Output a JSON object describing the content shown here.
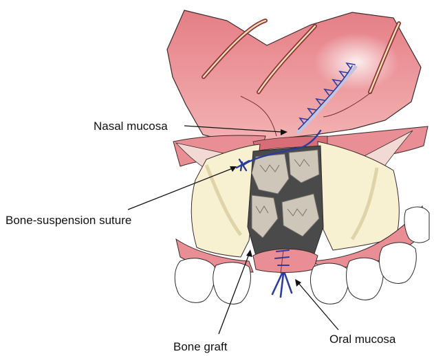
{
  "labels": {
    "nasal_mucosa": "Nasal mucosa",
    "bone_suspension_suture": "Bone-suspension suture",
    "bone_graft": "Bone graft",
    "oral_mucosa": "Oral mucosa"
  },
  "colors": {
    "mucosa": "#e8848a",
    "mucosa_dark": "#b94a56",
    "mucosa_light": "#f6c4c4",
    "bone": "#f7f1d2",
    "bone_shadow": "#e6dcb6",
    "graft": "#cfc6ba",
    "graft_line": "#6e6a66",
    "cleft_gap": "#4a4a4a",
    "suture": "#2a3c9e",
    "teeth": "#ffffff",
    "outline": "#2a2a2a"
  }
}
